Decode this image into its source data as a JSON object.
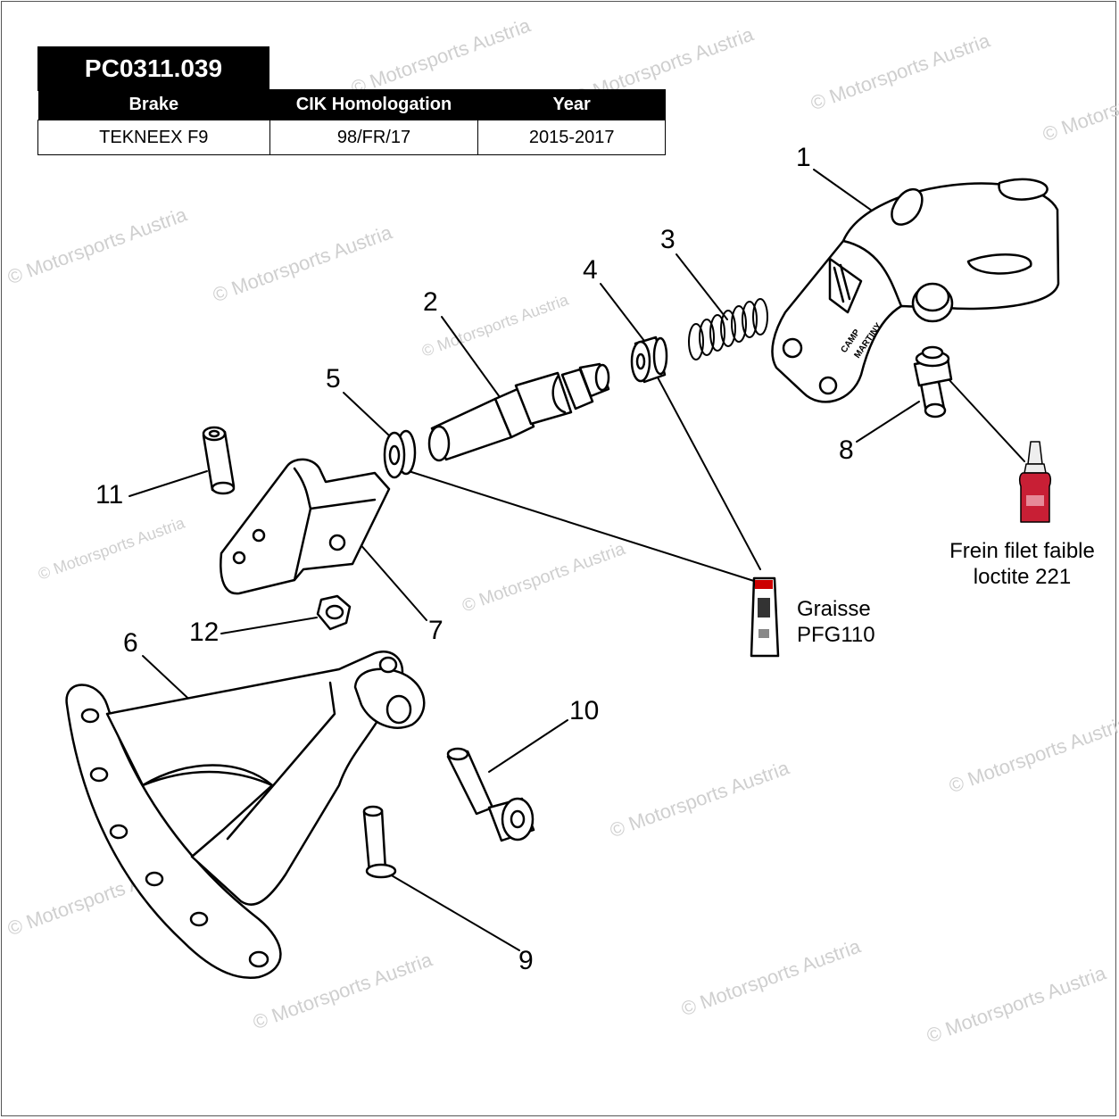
{
  "part_code": "PC0311.039",
  "table": {
    "headers": [
      "Brake",
      "CIK Homologation",
      "Year"
    ],
    "row": [
      "TEKNEEX F9",
      "98/FR/17",
      "2015-2017"
    ]
  },
  "callouts": {
    "c1": "1",
    "c2": "2",
    "c3": "3",
    "c4": "4",
    "c5": "5",
    "c6": "6",
    "c7": "7",
    "c8": "8",
    "c9": "9",
    "c10": "10",
    "c11": "11",
    "c12": "12"
  },
  "notes": {
    "grease_line1": "Graisse",
    "grease_line2": "PFG110",
    "loctite_line1": "Frein filet faible",
    "loctite_line2": "loctite 221"
  },
  "engraving": {
    "line1": "CAMP",
    "line2": "MARTINY"
  },
  "watermark": "© Motorsports Austria"
}
